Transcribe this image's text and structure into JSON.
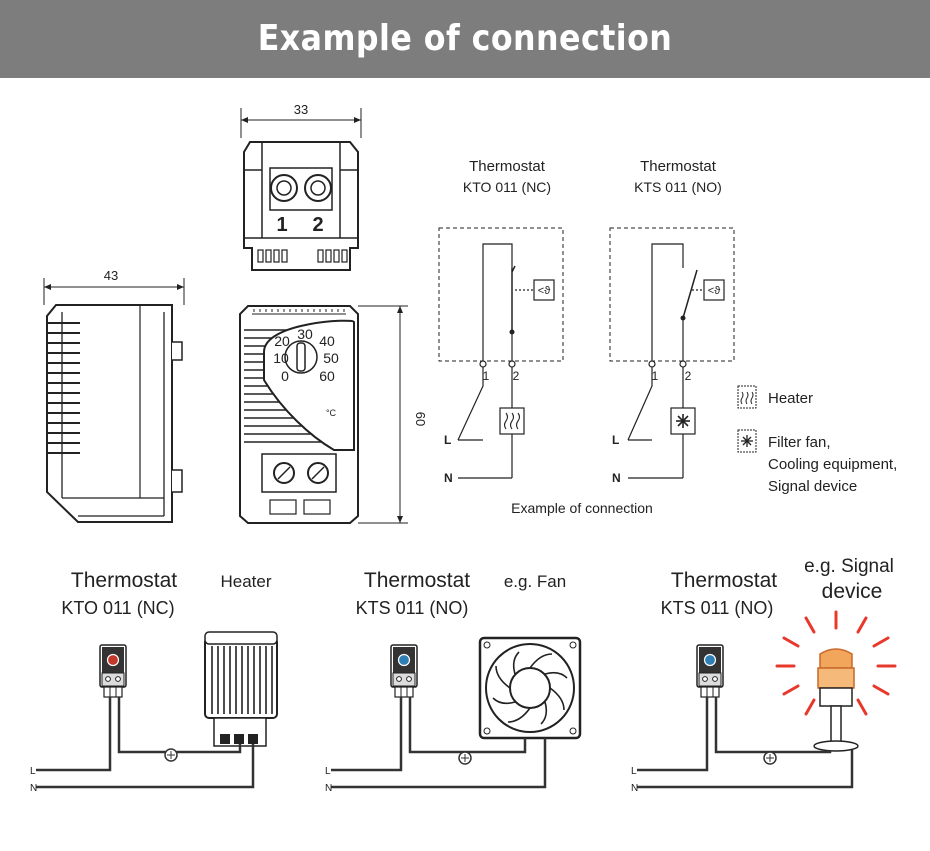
{
  "banner": {
    "title": "Example of connection"
  },
  "dimensions": {
    "top_width": "33",
    "side_width": "43",
    "height": "60"
  },
  "terminals": {
    "one": "1",
    "two": "2"
  },
  "dial": {
    "scale": [
      "0",
      "10",
      "20",
      "30",
      "40",
      "50",
      "60"
    ],
    "unit": "°C"
  },
  "schematic": {
    "left_device": {
      "title": "Thermostat",
      "model": "KTO 011 (NC)"
    },
    "right_device": {
      "title": "Thermostat",
      "model": "KTS 011 (NO)"
    },
    "sensor_symbol": "<ϑ",
    "line_label": "L",
    "neutral_label": "N",
    "legend": {
      "heater": "Heater",
      "fan_line1": "Filter fan,",
      "fan_line2": "Cooling equipment,",
      "fan_line3": "Signal device"
    },
    "caption": "Example of connection"
  },
  "examples": [
    {
      "title": "Thermostat",
      "model": "KTO 011 (NC)",
      "load": "Heater"
    },
    {
      "title": "Thermostat",
      "model": "KTS 011 (NO)",
      "load": "e.g. Fan"
    },
    {
      "title": "Thermostat",
      "model": "KTS 011 (NO)",
      "load_line1": "e.g. Signal",
      "load_line2": "device"
    }
  ],
  "colors": {
    "banner": "#7d7d7d",
    "nc_knob": "#c0392b",
    "no_knob": "#2f7fb5",
    "signal_light": "#e8382b",
    "signal_lamp": "#f2a65c"
  }
}
